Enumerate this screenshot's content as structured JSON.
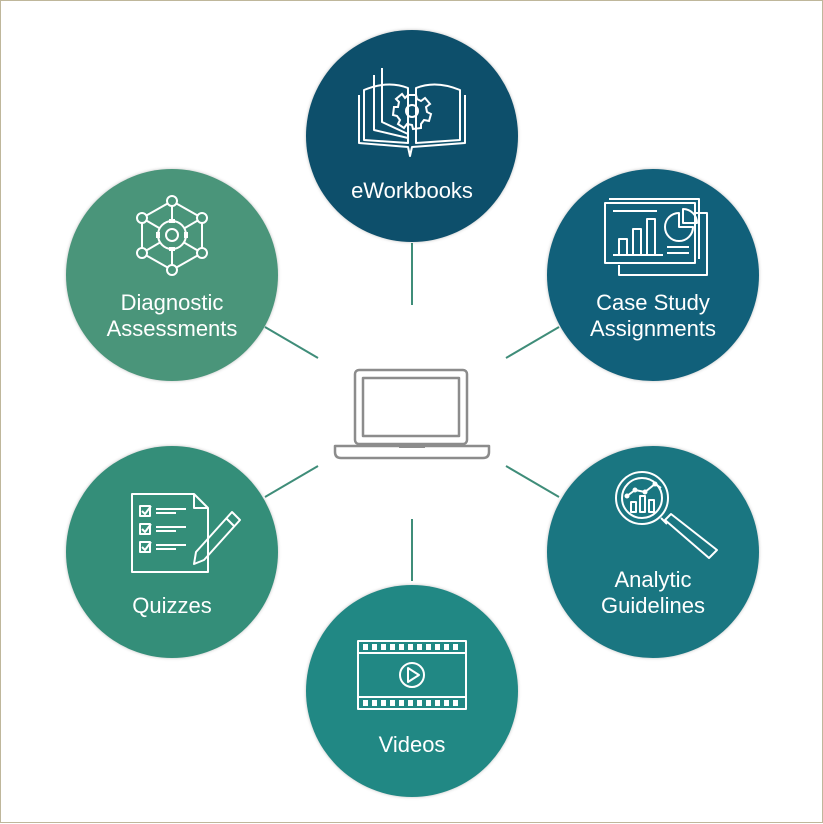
{
  "diagram": {
    "center": {
      "icon": "laptop-icon"
    },
    "nodes": [
      {
        "id": "eworkbooks",
        "label": "eWorkbooks",
        "icon": "book-gear-icon",
        "color": "#0d4f6b"
      },
      {
        "id": "case-study",
        "label": "Case Study\nAssignments",
        "icon": "presentation-chart-icon",
        "color": "#11607a"
      },
      {
        "id": "analytic",
        "label": "Analytic\nGuidelines",
        "icon": "magnifier-chart-icon",
        "color": "#1a7681"
      },
      {
        "id": "videos",
        "label": "Videos",
        "icon": "film-play-icon",
        "color": "#218884"
      },
      {
        "id": "quizzes",
        "label": "Quizzes",
        "icon": "checklist-pencil-icon",
        "color": "#348e79"
      },
      {
        "id": "diagnostic",
        "label": "Diagnostic\nAssessments",
        "icon": "network-gear-icon",
        "color": "#4a957a"
      }
    ],
    "colors": {
      "connector": "#3f8d79",
      "laptop": "#8c8c8c",
      "border": "#bfb79b"
    }
  }
}
